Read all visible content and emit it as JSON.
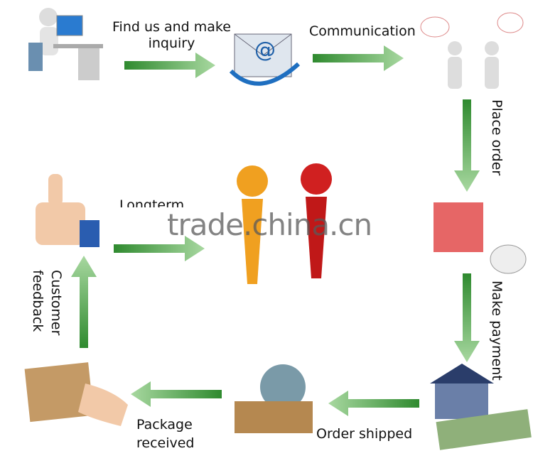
{
  "steps": {
    "inquiry": "Find us and make\ninquiry",
    "communication": "Communication",
    "place_order": "Place order",
    "make_payment": "Make payment",
    "order_shipped": "Order shipped",
    "package_received": "Package\nreceived",
    "customer_feedback": "Customer\nfeedback",
    "longterm": "Longterm"
  },
  "watermark": "trade.china.cn",
  "colors": {
    "arrow": "#3f9a3a"
  }
}
